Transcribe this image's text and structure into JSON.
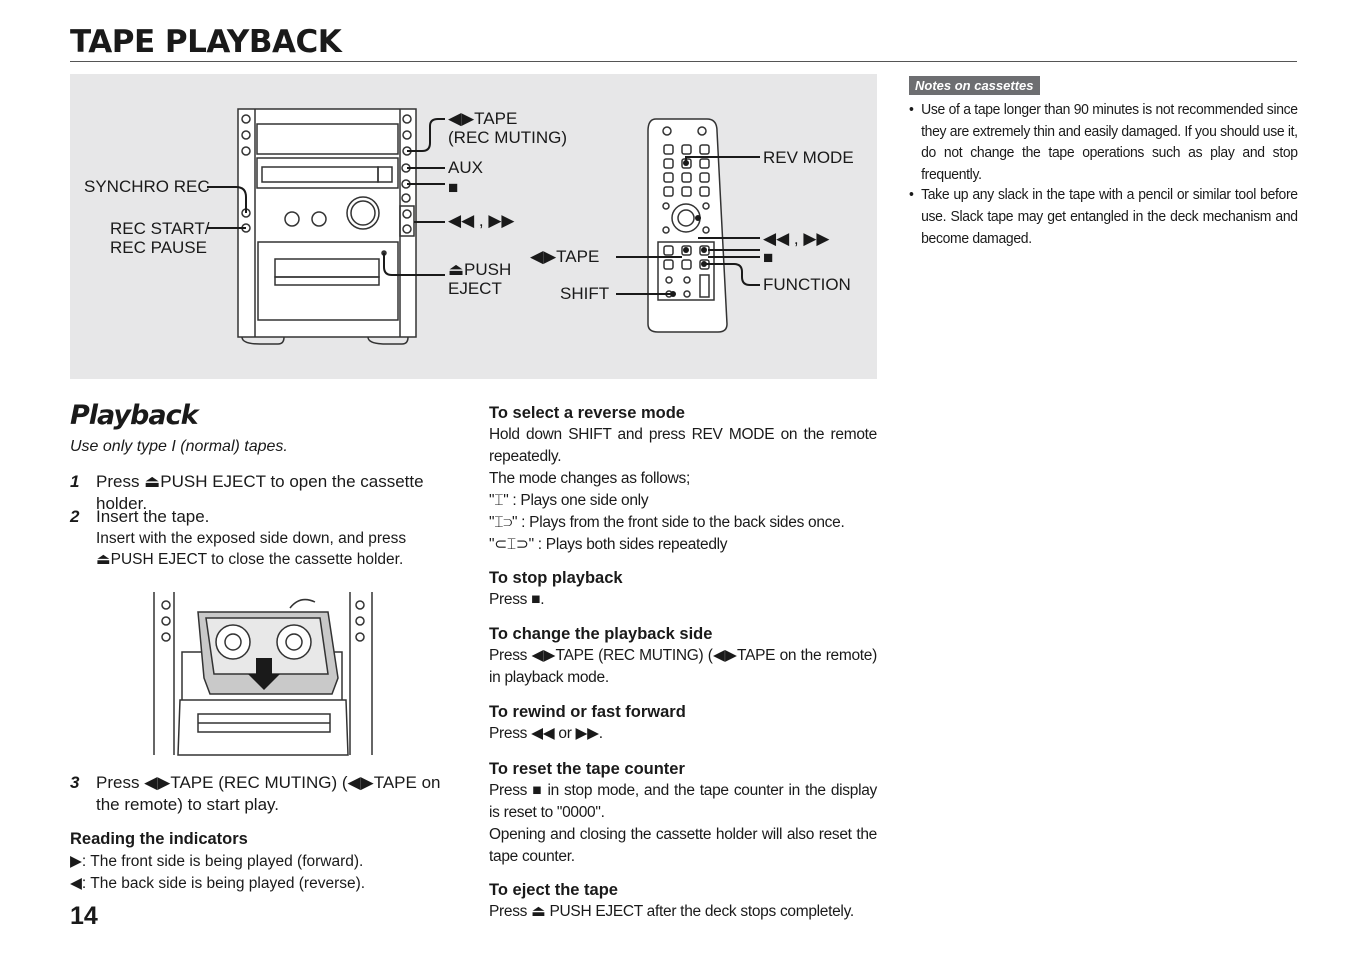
{
  "page": {
    "title": "TAPE PLAYBACK",
    "number": "14"
  },
  "figure": {
    "labels": {
      "tape_rec_muting_l1": "◀▶TAPE",
      "tape_rec_muting_l2": "(REC MUTING)",
      "aux": "AUX",
      "stop": "■",
      "rew_ff": "◀◀ , ▶▶",
      "push_eject_l1": "⏏PUSH",
      "push_eject_l2": "EJECT",
      "synchro_rec": "SYNCHRO REC",
      "rec_start_l1": "REC START/",
      "rec_start_l2": "REC PAUSE",
      "remote_tape": "◀▶TAPE",
      "shift": "SHIFT",
      "rev_mode": "REV MODE",
      "remote_rew_ff": "◀◀ , ▶▶",
      "remote_stop": "■",
      "function": "FUNCTION"
    }
  },
  "notes": {
    "tag": "Notes on cassettes",
    "items": [
      "Use of a tape longer than 90 minutes is not recommended since they are extremely thin and easily damaged. If you should use it, do not change the tape operations such as play and stop frequently.",
      "Take up any slack in the tape with a pencil or similar tool before use. Slack tape may get entangled in the deck mechanism and become damaged."
    ]
  },
  "playback": {
    "title": "Playback",
    "subtitle": "Use only type I (normal) tapes.",
    "steps": [
      {
        "num": "1",
        "text": "Press ⏏PUSH EJECT to open the cassette holder."
      },
      {
        "num": "2",
        "text": "Insert the tape.",
        "detail": "Insert with the exposed side down, and press ⏏PUSH EJECT to close the cassette holder."
      },
      {
        "num": "3",
        "text": "Press ◀▶TAPE (REC MUTING) (◀▶TAPE on the remote) to start play."
      }
    ],
    "indicators": {
      "title": "Reading the indicators",
      "forward": "▶: The front side is being played (forward).",
      "reverse": "◀: The back side is being played (reverse)."
    }
  },
  "sections": {
    "reverse": {
      "head": "To select a reverse mode",
      "text1": "Hold down SHIFT and press REV MODE on the remote repeatedly.",
      "text2": "The mode changes as follows;",
      "mode1": "\"⌶\" : Plays one side only",
      "mode2": "\"⌶⊃\" : Plays from the front side to the back sides once.",
      "mode3": "\"⊂⌶⊃\" : Plays both sides repeatedly"
    },
    "stop": {
      "head": "To stop playback",
      "text": "Press ■."
    },
    "change": {
      "head": "To change the playback side",
      "text": "Press ◀▶TAPE (REC MUTING) (◀▶TAPE on the remote) in playback mode."
    },
    "rewind": {
      "head": "To rewind or fast forward",
      "text": "Press ◀◀ or ▶▶."
    },
    "reset": {
      "head": "To reset the tape counter",
      "text1": "Press ■ in stop mode, and the tape counter in the display is reset to \"0000\".",
      "text2": "Opening and closing the cassette holder will also reset the tape counter."
    },
    "eject": {
      "head": "To eject the tape",
      "text": "Press ⏏ PUSH EJECT after the deck stops completely."
    }
  }
}
